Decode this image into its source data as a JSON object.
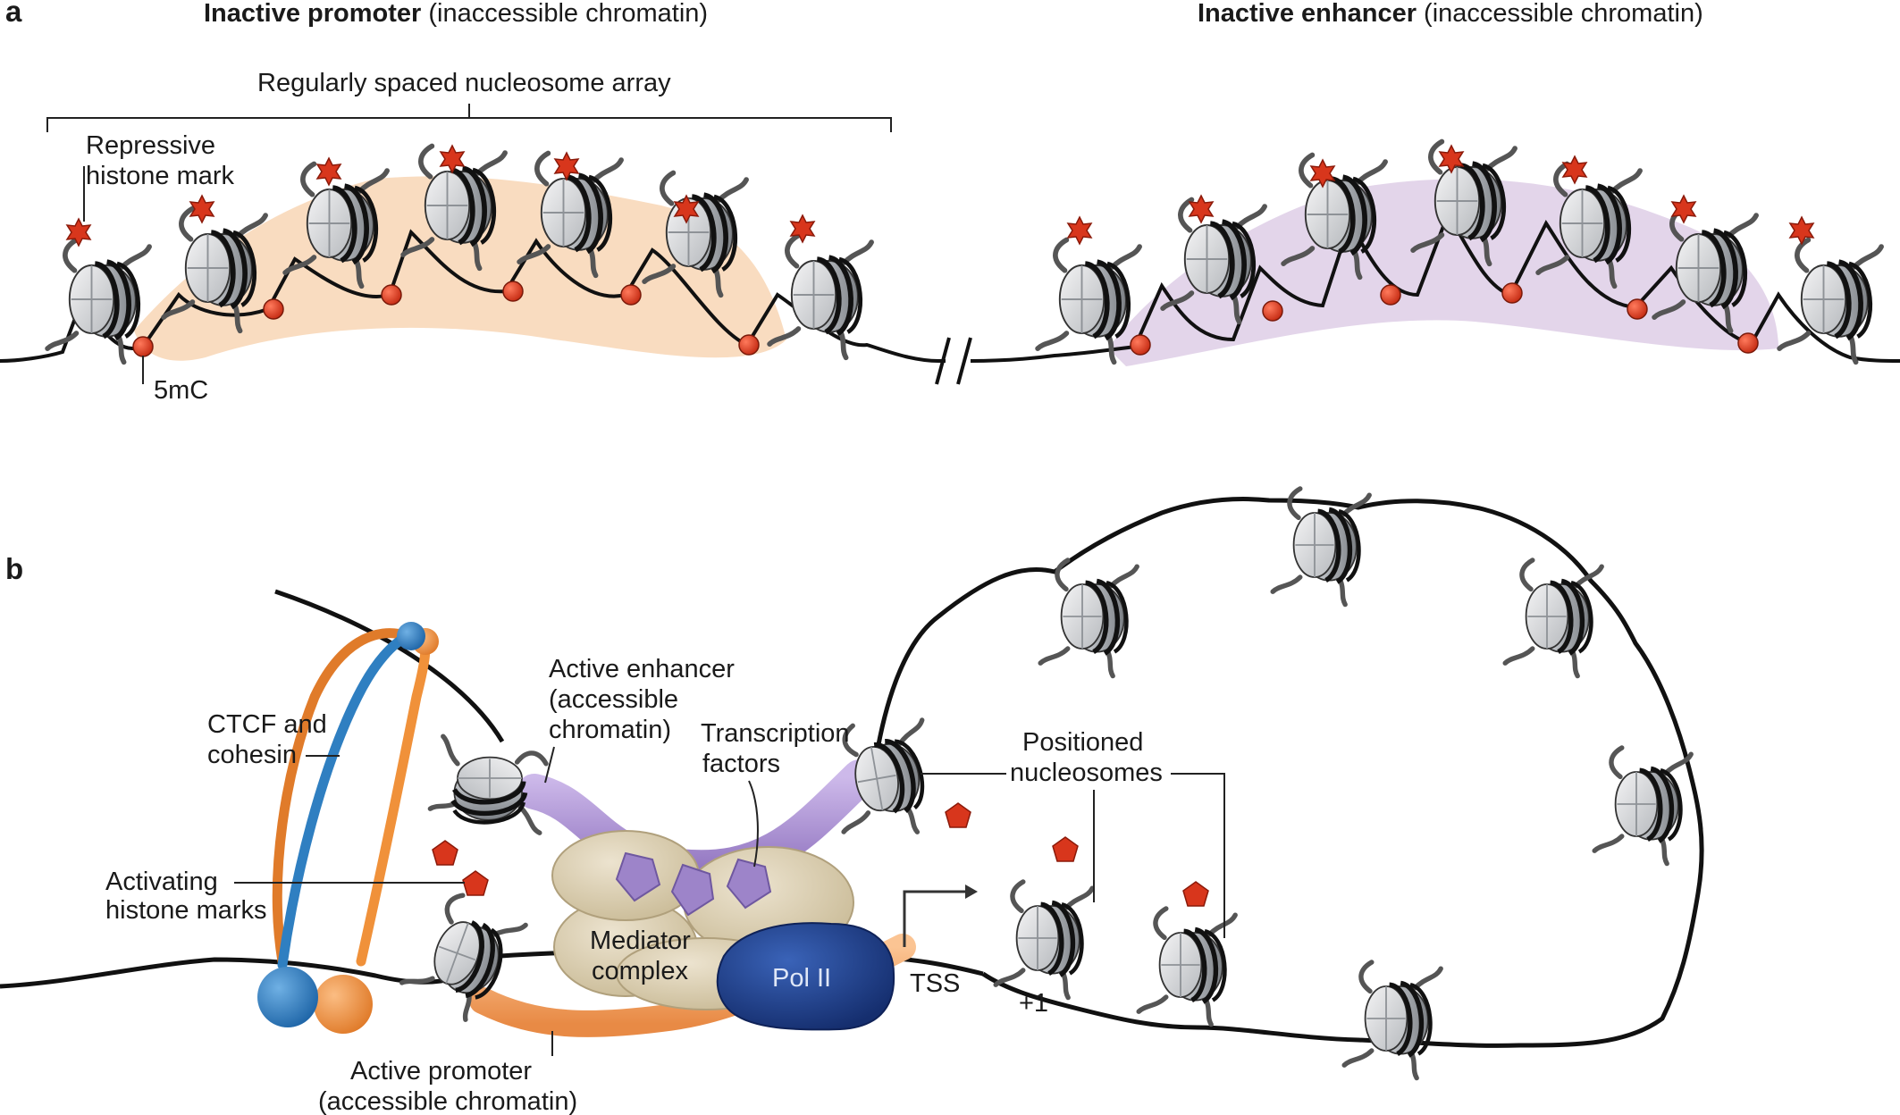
{
  "panel_a": {
    "letter": "a",
    "promoter_title_bold": "Inactive promoter",
    "promoter_title_rest": " (inaccessible chromatin)",
    "enhancer_title_bold": "Inactive enhancer",
    "enhancer_title_rest": " (inaccessible chromatin)",
    "array_label": "Regularly spaced nucleosome array",
    "repressive_mark_line1": "Repressive",
    "repressive_mark_line2": "histone mark",
    "methyl_label": "5mC"
  },
  "panel_b": {
    "letter": "b",
    "ctcf_line1": "CTCF and",
    "ctcf_line2": "cohesin",
    "enhancer_line1": "Active enhancer",
    "enhancer_line2": "(accessible",
    "enhancer_line3": "chromatin)",
    "tf_line1": "Transcription",
    "tf_line2": "factors",
    "activating_line1": "Activating",
    "activating_line2": "histone marks",
    "mediator_line1": "Mediator",
    "mediator_line2": "complex",
    "pol2": "Pol II",
    "tss": "TSS",
    "positioned_line1": "Positioned",
    "positioned_line2": "nucleosomes",
    "plus_one": "+1",
    "promoter_line1": "Active promoter",
    "promoter_line2": "(accessible chromatin)"
  },
  "colors": {
    "dna": "#111111",
    "nucleosome_body": "#c9ccd0",
    "methyl_dot": "#d8361c",
    "histone_mark": "#d8361c",
    "promoter_shading": "#f9dcc0",
    "enhancer_shading": "#e3d5ea",
    "ctcf": "#2f7fc1",
    "cohesin": "#f0913a",
    "enhancer_tube": "#b39ad6",
    "promoter_tube": "#f5a66a",
    "transcription_factor": "#9d84c9",
    "mediator": "#d8cbb0",
    "pol2": "#1e3f8c"
  }
}
